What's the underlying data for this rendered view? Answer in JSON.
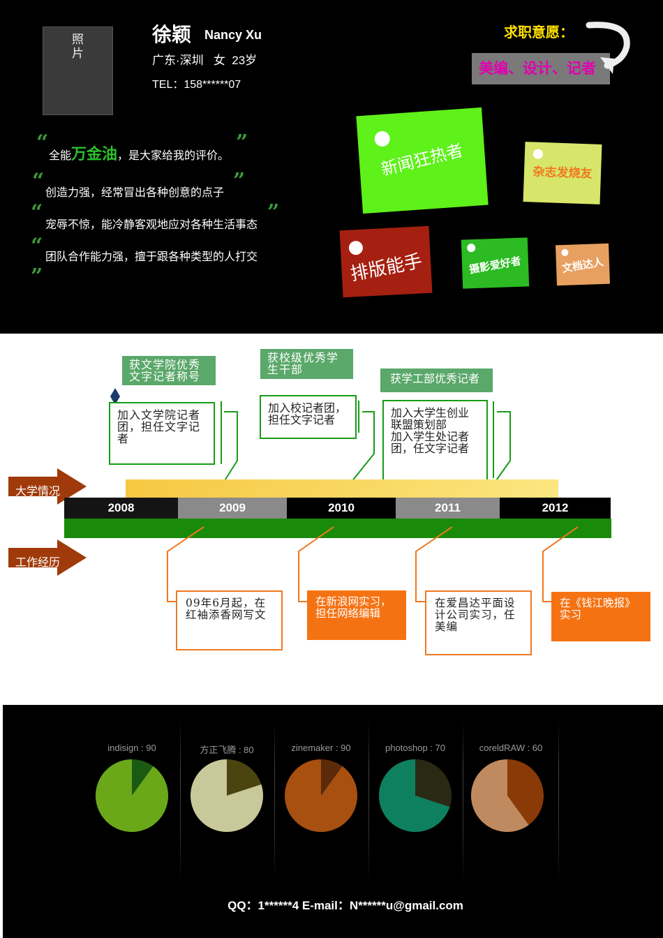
{
  "header": {
    "photo_label": "照片",
    "name": "徐颖",
    "english_name": "Nancy Xu",
    "location_info": "广东·深圳   女  23岁",
    "tel": "TEL：158******07",
    "intent_label": "求职意愿：",
    "intent_value": "美编、设计、记者"
  },
  "quotes": {
    "q1_pre": "全能",
    "q1_highlight": "万金油",
    "q1_post": "，是大家给我的评价。",
    "q2": "创造力强，经常冒出各种创意的点子",
    "q3": "宠辱不惊，能冷静客观地应对各种生活事态",
    "q4": "团队合作能力强，擅于跟各种类型的人打交"
  },
  "notes": [
    {
      "text": "新闻狂热者",
      "color": "#5ef11a"
    },
    {
      "text": "杂志发烧友",
      "color": "#d7e66a"
    },
    {
      "text": "排版能手",
      "color": "#a52010"
    },
    {
      "text": "摄影爱好者",
      "color": "#2cbb22"
    },
    {
      "text": "文档达人",
      "color": "#e8a060"
    }
  ],
  "timeline": {
    "university_label": "大学情况",
    "work_label": "工作经历",
    "years": [
      "2008",
      "2009",
      "2010",
      "2011",
      "2012"
    ],
    "awards": [
      "获文学院优秀文字记者称号",
      "获校级优秀学生干部",
      "获学工部优秀记者"
    ],
    "university_events": [
      "加入文学院记者团，担任文字记者",
      "加入校记者团，担任文字记者",
      "加入大学生创业联盟策划部\n加入学生处记者团，任文字记者"
    ],
    "work_events": [
      "09年6月起，在红袖添香网写文",
      "在新浪网实习，担任网络编辑",
      "在爱昌达平面设计公司实习，任美编",
      "在《钱江晚报》实习"
    ]
  },
  "skills": [
    {
      "label": "indisign : 90",
      "value": 90,
      "color": "#6aa81a",
      "dark": "#1a5a12"
    },
    {
      "label": "方正飞腾 : 80",
      "value": 80,
      "color": "#c8c89a",
      "dark": "#4a4410"
    },
    {
      "label": "zinemaker : 90",
      "value": 90,
      "color": "#a85010",
      "dark": "#5a2a0a"
    },
    {
      "label": "photoshop : 70",
      "value": 70,
      "color": "#0e8060",
      "dark": "#2a2a14"
    },
    {
      "label": "coreldRAW : 60",
      "value": 60,
      "color": "#c08a60",
      "dark": "#8a3a06"
    }
  ],
  "contact": "QQ：1******4   E-mail：N******u@gmail.com"
}
